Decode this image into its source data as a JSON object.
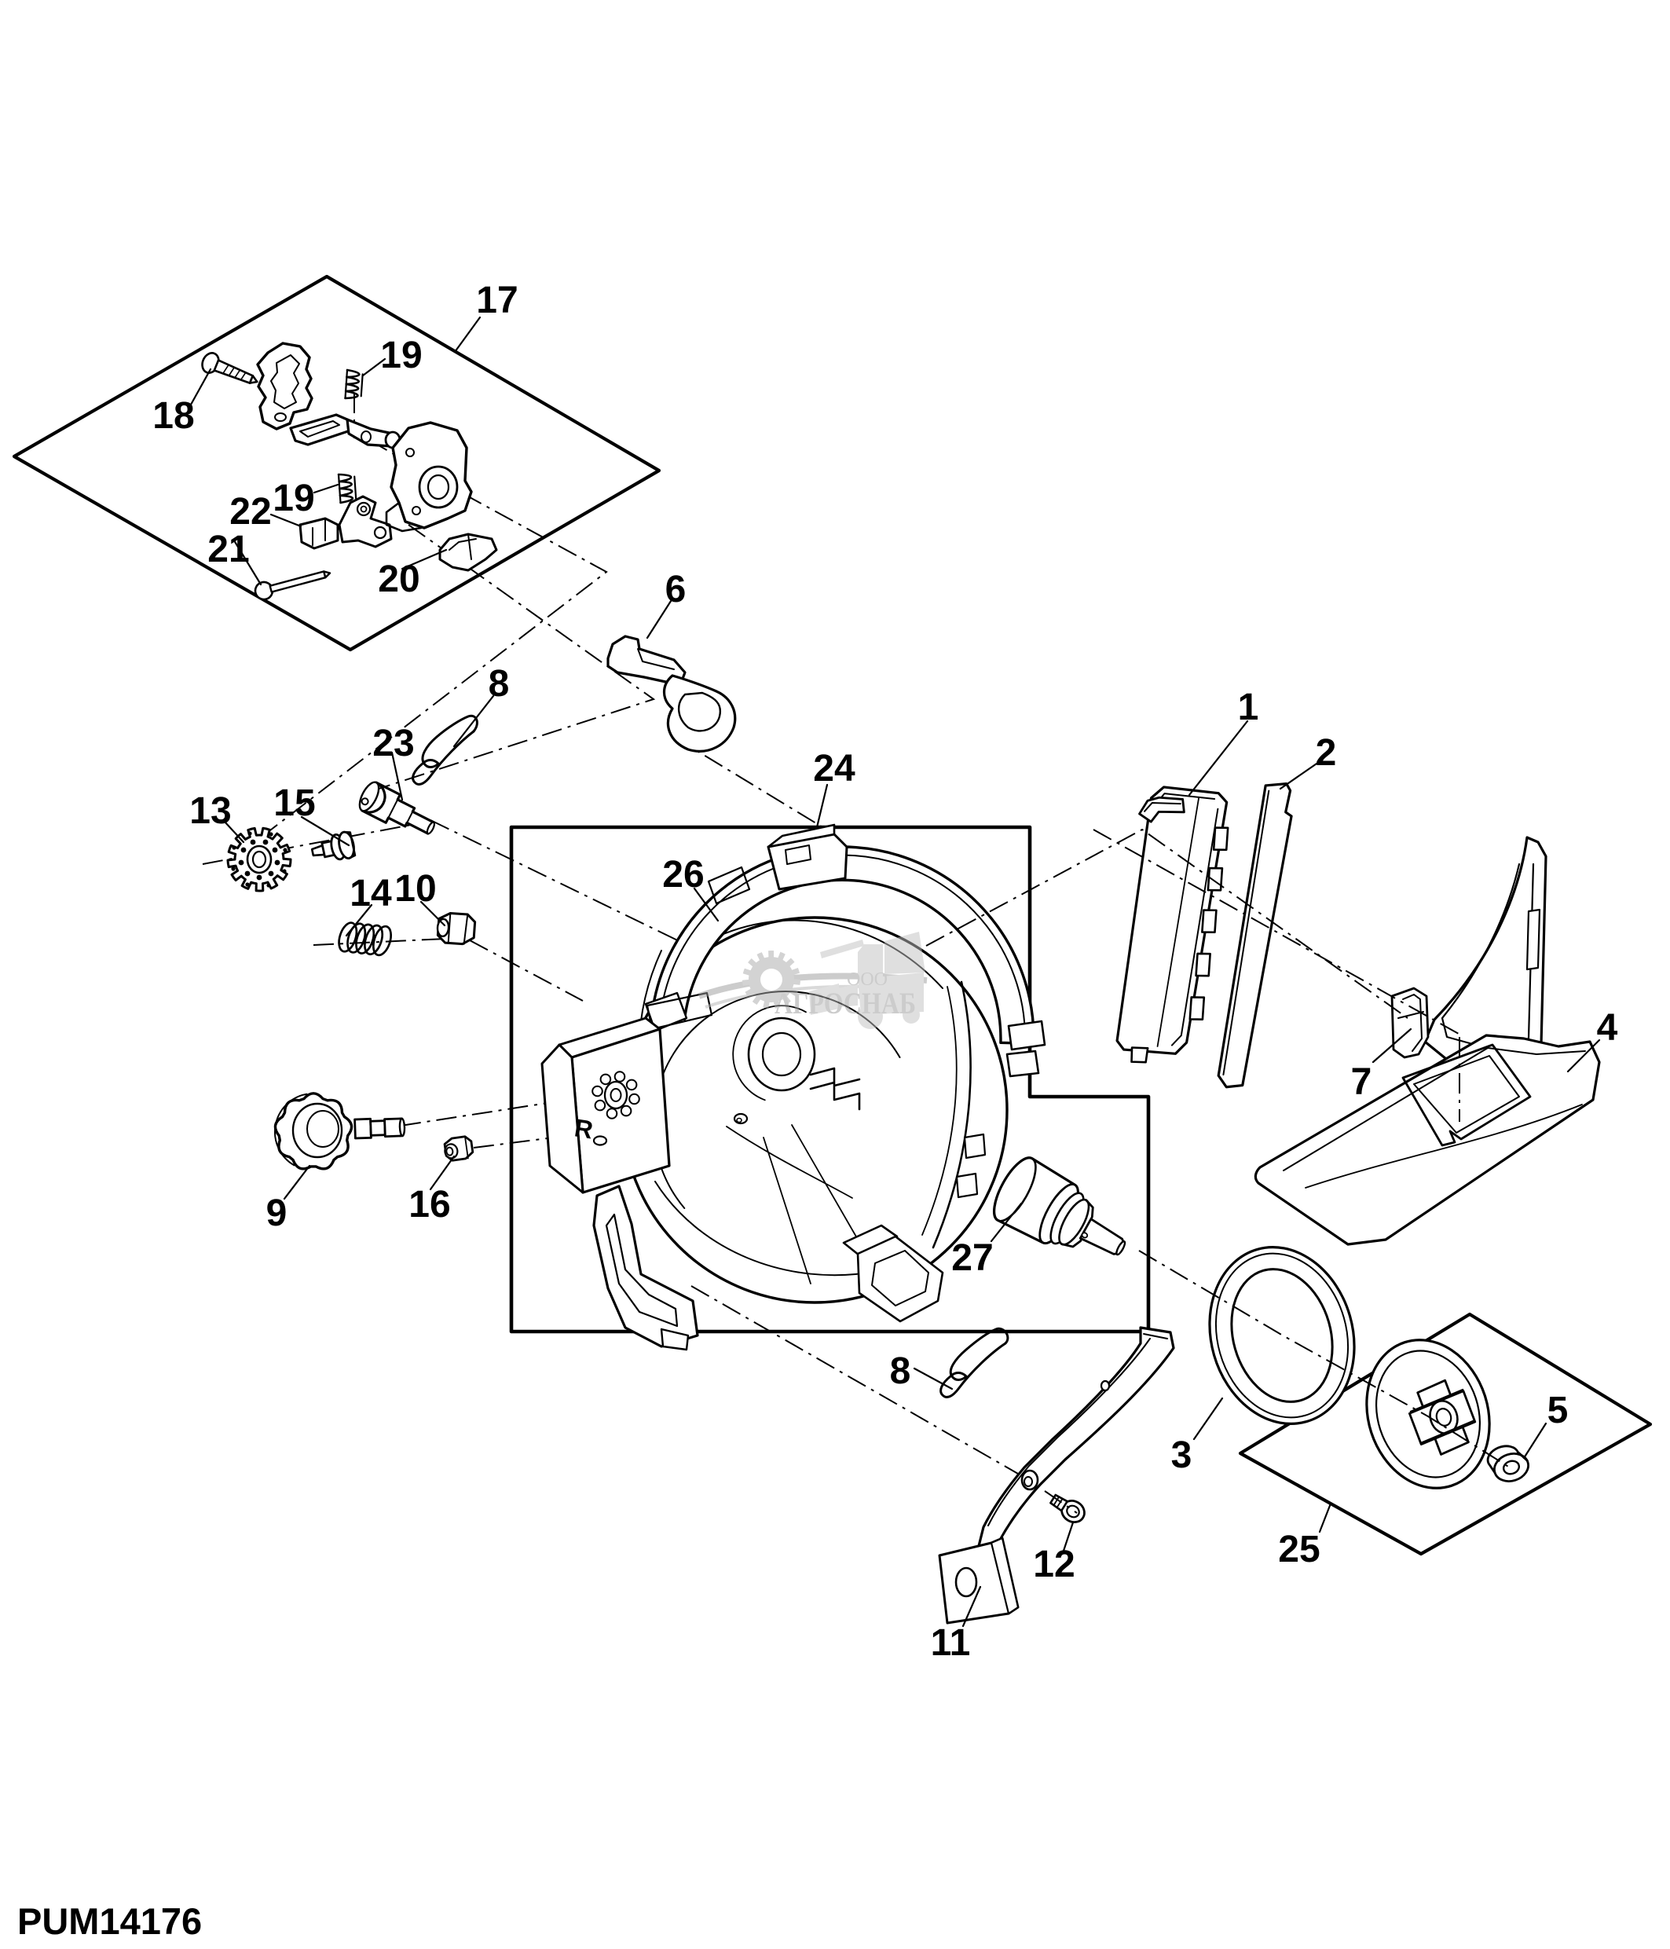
{
  "diagram": {
    "title": "Exploded parts diagram",
    "drawing_code": "PUM14176",
    "watermark": {
      "prefix": "ООО",
      "company": "АГРОСНАБ"
    },
    "colors": {
      "line": "#000000",
      "background": "#ffffff",
      "watermark": "#ababab"
    },
    "callouts": [
      {
        "label": "17"
      },
      {
        "label": "19"
      },
      {
        "label": "18"
      },
      {
        "label": "19"
      },
      {
        "label": "22"
      },
      {
        "label": "21"
      },
      {
        "label": "20"
      },
      {
        "label": "6"
      },
      {
        "label": "8"
      },
      {
        "label": "23"
      },
      {
        "label": "24"
      },
      {
        "label": "13"
      },
      {
        "label": "15"
      },
      {
        "label": "26"
      },
      {
        "label": "1"
      },
      {
        "label": "2"
      },
      {
        "label": "14"
      },
      {
        "label": "10"
      },
      {
        "label": "7"
      },
      {
        "label": "4"
      },
      {
        "label": "9"
      },
      {
        "label": "16"
      },
      {
        "label": "27"
      },
      {
        "label": "8"
      },
      {
        "label": "3"
      },
      {
        "label": "5"
      },
      {
        "label": "25"
      },
      {
        "label": "12"
      },
      {
        "label": "11"
      }
    ]
  }
}
